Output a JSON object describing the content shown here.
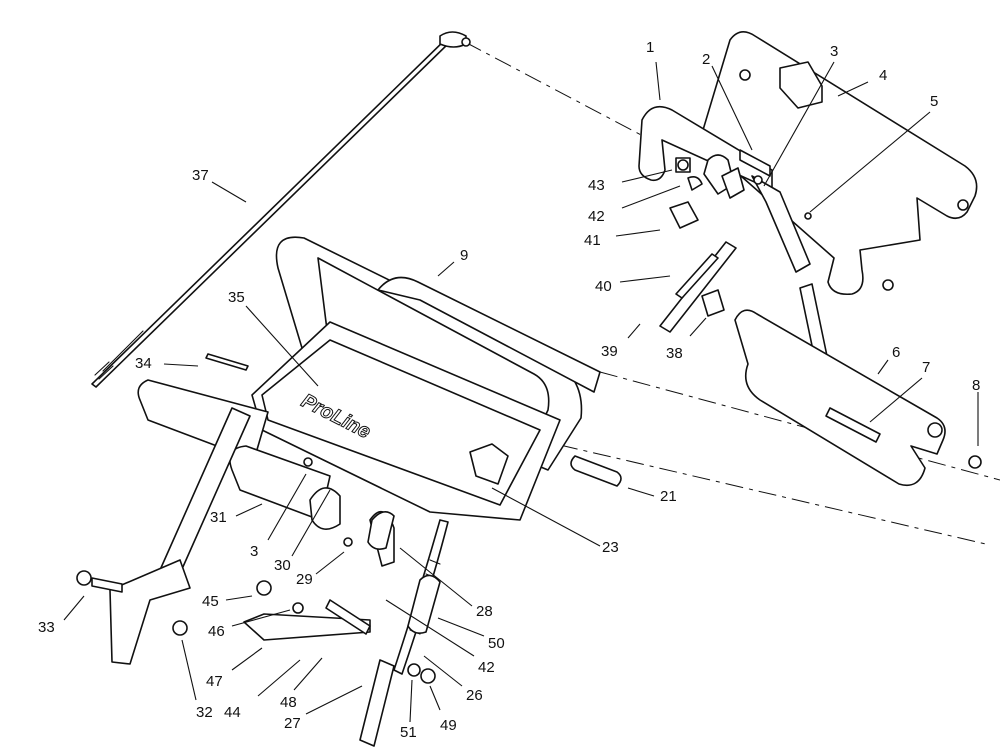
{
  "brand_label": "ProLine",
  "callouts": [
    "1",
    "2",
    "3",
    "4",
    "5",
    "43",
    "42",
    "41",
    "40",
    "39",
    "38",
    "6",
    "7",
    "8",
    "37",
    "9",
    "35",
    "34",
    "21",
    "23",
    "31",
    "3",
    "30",
    "29",
    "28",
    "50",
    "33",
    "45",
    "46",
    "47",
    "44",
    "32",
    "48",
    "27",
    "51",
    "49",
    "42",
    "26"
  ]
}
